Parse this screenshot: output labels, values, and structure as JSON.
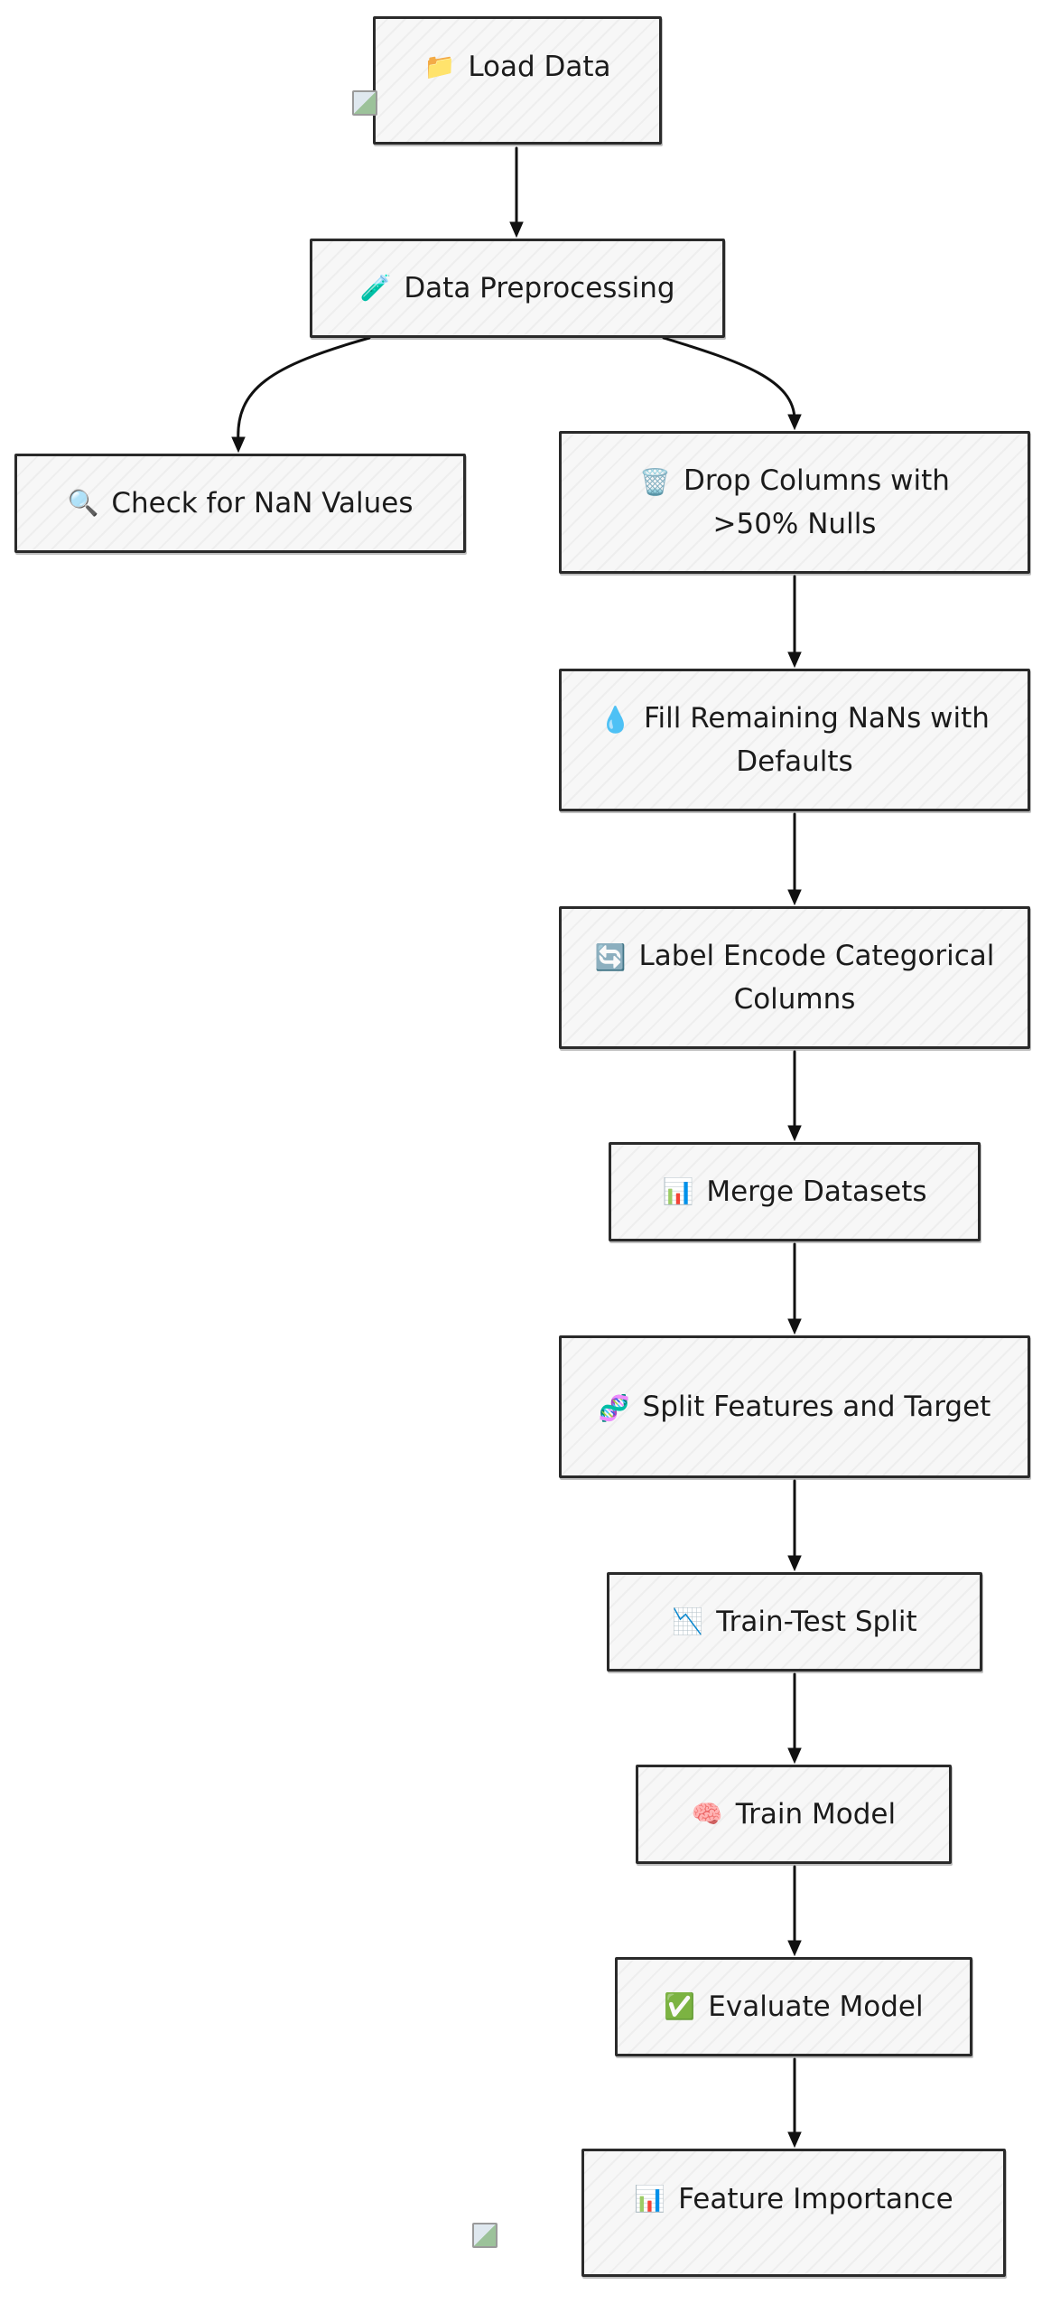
{
  "diagram": {
    "nodes": [
      {
        "id": "load-data",
        "icon_name": "folder-icon",
        "icon": "📁",
        "label": "Load Data",
        "has_image": true
      },
      {
        "id": "data-preprocessing",
        "icon_name": "test-tube-icon",
        "icon": "🧪",
        "label": "Data Preprocessing"
      },
      {
        "id": "check-nan",
        "icon_name": "magnifier-icon",
        "icon": "🔍",
        "label": "Check for NaN Values"
      },
      {
        "id": "drop-columns",
        "icon_name": "wastebasket-icon",
        "icon": "🗑️",
        "label": "Drop Columns with >50% Nulls"
      },
      {
        "id": "fill-nans",
        "icon_name": "droplet-icon",
        "icon": "💧",
        "label": "Fill Remaining NaNs with Defaults"
      },
      {
        "id": "label-encode",
        "icon_name": "arrows-cycle-icon",
        "icon": "🔄",
        "label": "Label Encode Categorical Columns"
      },
      {
        "id": "merge-datasets",
        "icon_name": "bar-chart-icon",
        "icon": "📊",
        "label": "Merge Datasets"
      },
      {
        "id": "split-features",
        "icon_name": "dna-icon",
        "icon": "🧬",
        "label": "Split Features and Target"
      },
      {
        "id": "train-test-split",
        "icon_name": "chart-decreasing-icon",
        "icon": "📉",
        "label": "Train-Test Split"
      },
      {
        "id": "train-model",
        "icon_name": "brain-icon",
        "icon": "🧠",
        "label": "Train Model"
      },
      {
        "id": "evaluate-model",
        "icon_name": "check-mark-button-icon",
        "icon": "✅",
        "label": "Evaluate Model"
      },
      {
        "id": "feature-importance",
        "icon_name": "bar-chart-icon",
        "icon": "📊",
        "label": "Feature Importance",
        "has_image": true
      }
    ],
    "edges": [
      {
        "from": "load-data",
        "to": "data-preprocessing"
      },
      {
        "from": "data-preprocessing",
        "to": "check-nan"
      },
      {
        "from": "data-preprocessing",
        "to": "drop-columns"
      },
      {
        "from": "drop-columns",
        "to": "fill-nans"
      },
      {
        "from": "fill-nans",
        "to": "label-encode"
      },
      {
        "from": "label-encode",
        "to": "merge-datasets"
      },
      {
        "from": "merge-datasets",
        "to": "split-features"
      },
      {
        "from": "split-features",
        "to": "train-test-split"
      },
      {
        "from": "train-test-split",
        "to": "train-model"
      },
      {
        "from": "train-model",
        "to": "evaluate-model"
      },
      {
        "from": "evaluate-model",
        "to": "feature-importance"
      }
    ]
  }
}
